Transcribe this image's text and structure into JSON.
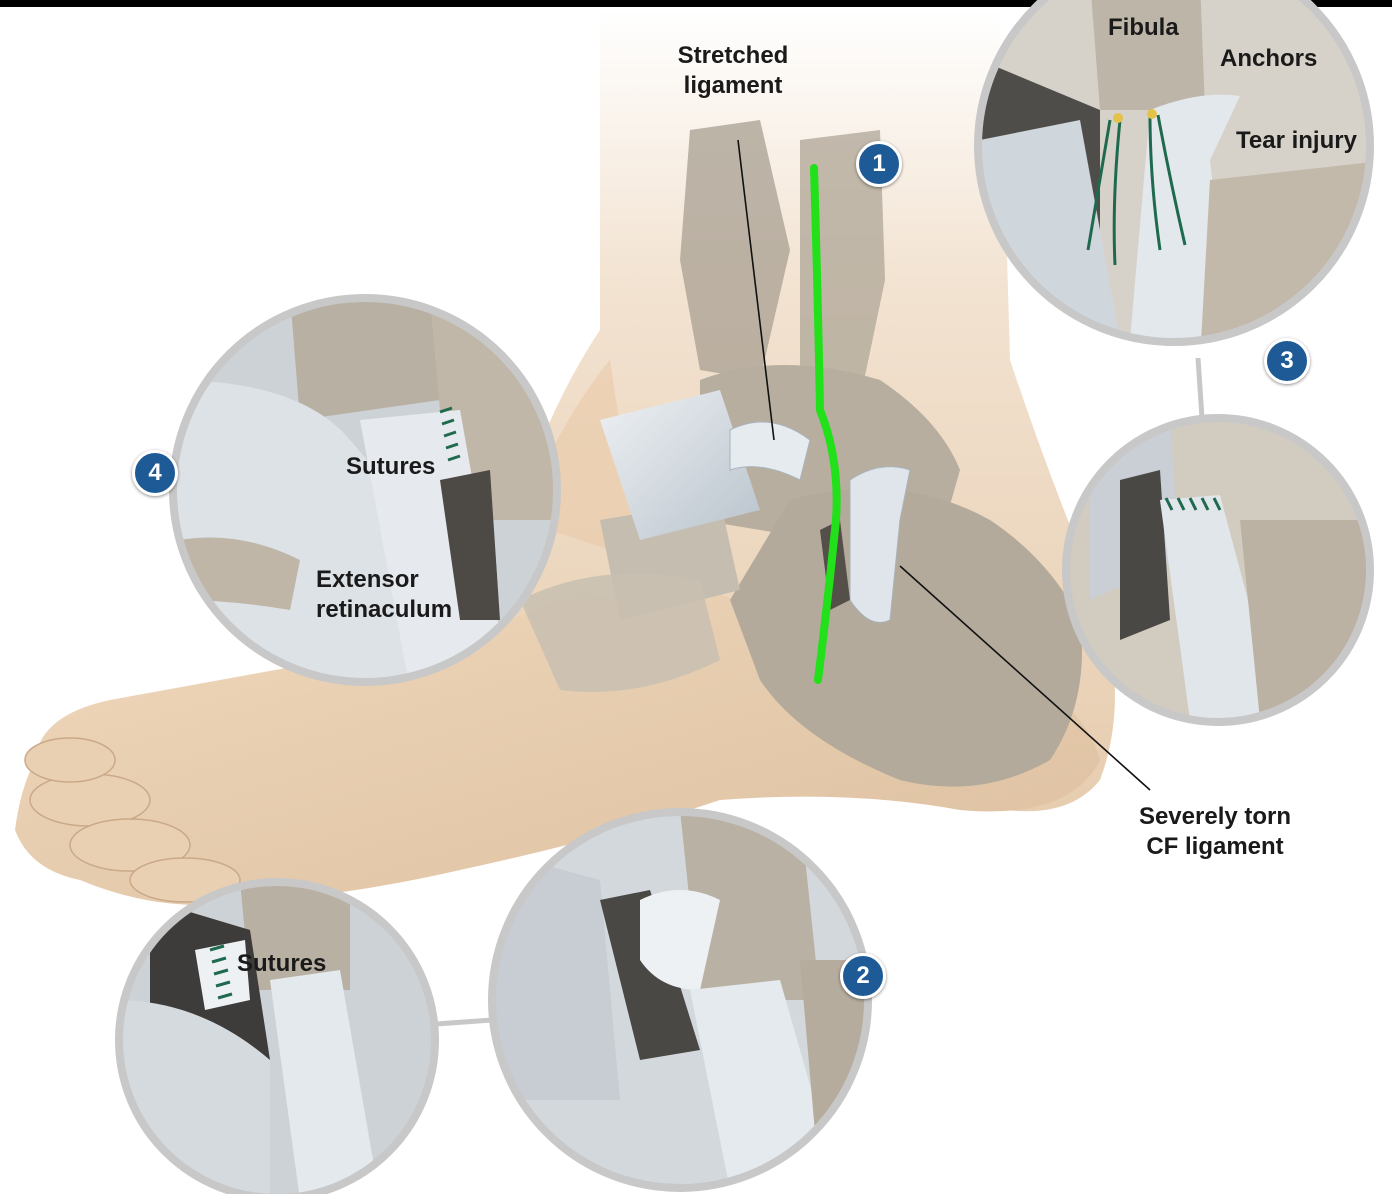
{
  "labels": {
    "stretched_ligament": [
      "Stretched",
      "ligament"
    ],
    "fibula": "Fibula",
    "anchors": "Anchors",
    "tear_injury": "Tear injury",
    "sutures_step4": "Sutures",
    "extensor_retinaculum": [
      "Extensor",
      "retinaculum"
    ],
    "severely_torn": [
      "Severely torn",
      "CF ligament"
    ],
    "sutures_step2": "Sutures"
  },
  "steps": [
    "1",
    "2",
    "3",
    "4"
  ],
  "colors": {
    "incision": "#22e01a",
    "badge": "#1e5a96",
    "skin": "#ecd2b4",
    "bone": "#b3aa9b",
    "ligament": "#dfe5ea",
    "suture": "#1f6a4e",
    "ring": "#c8c8c8"
  }
}
